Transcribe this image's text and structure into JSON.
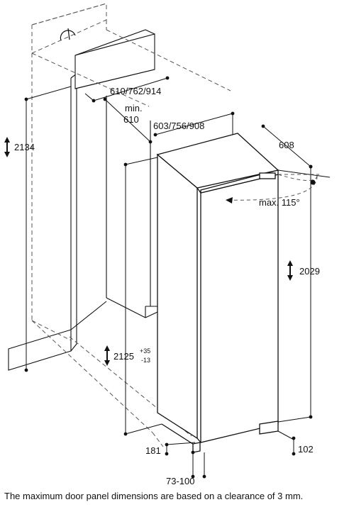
{
  "dimensions": {
    "niche_height": "2134",
    "niche_width_options": "610/762/914",
    "min_depth_label": "min.",
    "min_depth_value": "610",
    "appliance_width_options": "603/756/908",
    "appliance_depth": "608",
    "door_opening_angle": "max. 115°",
    "appliance_height": "2029",
    "niche_height_adjust": "2125",
    "adjust_plus": "+35",
    "adjust_minus": "-13",
    "plinth_depth": "181",
    "foot_offset": "102",
    "plinth_height_range": "73-100"
  },
  "footnote": "The maximum door panel dimensions are based on a clearance of 3 mm.",
  "colors": {
    "line": "#111111",
    "dashed": "#555555",
    "fill": "#ffffff"
  }
}
